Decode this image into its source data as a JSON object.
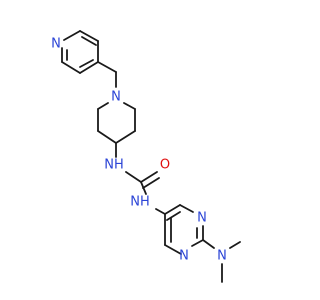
{
  "molecule": {
    "colors": {
      "bond": "#1a1a1a",
      "N": "#2b44d6",
      "O": "#e01010"
    },
    "atoms": {
      "n_pyridine": "N",
      "n_piperidine": "N",
      "nh_upper": "NH",
      "o_carbonyl": "O",
      "nh_lower": "NH",
      "n_pyrimidine_top": "N",
      "n_pyrimidine_bottom": "N",
      "n_dimethyl": "N"
    }
  }
}
